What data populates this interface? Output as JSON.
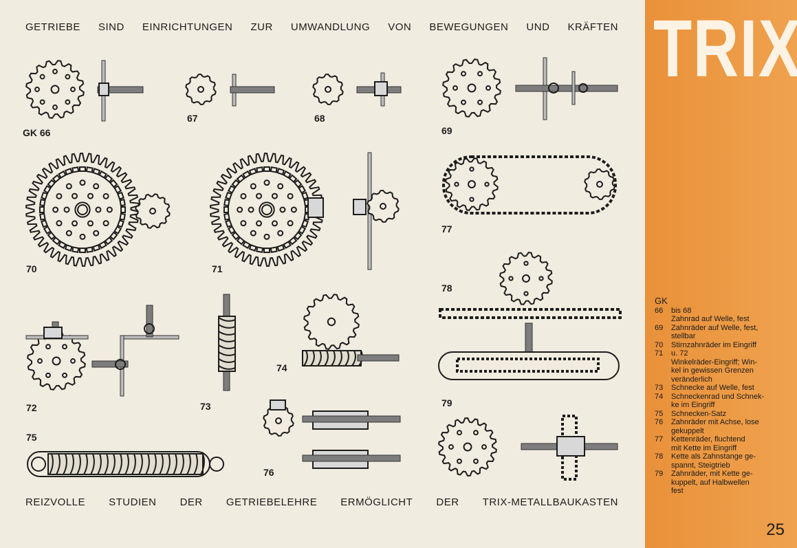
{
  "header": {
    "words": [
      "GETRIEBE",
      "SIND",
      "EINRICHTUNGEN",
      "ZUR",
      "UMWANDLUNG",
      "VON",
      "BEWEGUNGEN",
      "UND",
      "KRÄFTEN"
    ]
  },
  "footer": {
    "words": [
      "REIZVOLLE",
      "STUDIEN",
      "DER",
      "GETRIEBELEHRE",
      "ERMÖGLICHT",
      "DER",
      "TRIX-METALLBAUKASTEN"
    ]
  },
  "brand": "TRIX",
  "page_number": "25",
  "figure_labels": {
    "gk66": "GK 66",
    "n67": "67",
    "n68": "68",
    "n69": "69",
    "n70": "70",
    "n71": "71",
    "n72": "72",
    "n73": "73",
    "n74": "74",
    "n75": "75",
    "n76": "76",
    "n77": "77",
    "n78": "78",
    "n79": "79"
  },
  "legend": {
    "heading": "GK",
    "entries": [
      {
        "num": "66",
        "text": "bis 68"
      },
      {
        "num": "",
        "text": "Zahnrad auf Welle, fest"
      },
      {
        "num": "69",
        "text": "Zahnräder auf Welle, fest,"
      },
      {
        "num": "",
        "text": "stellbar"
      },
      {
        "num": "70",
        "text": "Stirnzahnräder im Eingriff"
      },
      {
        "num": "71",
        "text": "u. 72"
      },
      {
        "num": "",
        "text": "Winkelräder-Eingriff; Win-"
      },
      {
        "num": "",
        "text": "kel in gewissen Grenzen"
      },
      {
        "num": "",
        "text": "veränderlich"
      },
      {
        "num": "73",
        "text": "Schnecke auf Welle, fest"
      },
      {
        "num": "74",
        "text": "Schneckenrad und Schnek-"
      },
      {
        "num": "",
        "text": "ke im Eingriff"
      },
      {
        "num": "75",
        "text": "Schnecken-Satz"
      },
      {
        "num": "76",
        "text": "Zahnräder mit Achse, lose"
      },
      {
        "num": "",
        "text": "gekuppelt"
      },
      {
        "num": "77",
        "text": "Kettenräder, fluchtend"
      },
      {
        "num": "",
        "text": "mit Kette im Eingriff"
      },
      {
        "num": "78",
        "text": "Kette als Zahnstange ge-"
      },
      {
        "num": "",
        "text": "spannt, Steigtrieb"
      },
      {
        "num": "79",
        "text": "Zahnräder, mit Kette ge-"
      },
      {
        "num": "",
        "text": "kuppelt, auf Halbwellen"
      },
      {
        "num": "",
        "text": "fest"
      }
    ]
  },
  "colors": {
    "paper": "#f1ece0",
    "ink": "#1c1c1c",
    "accent": "#ec9a45",
    "brand_text": "#fdf3e4"
  }
}
